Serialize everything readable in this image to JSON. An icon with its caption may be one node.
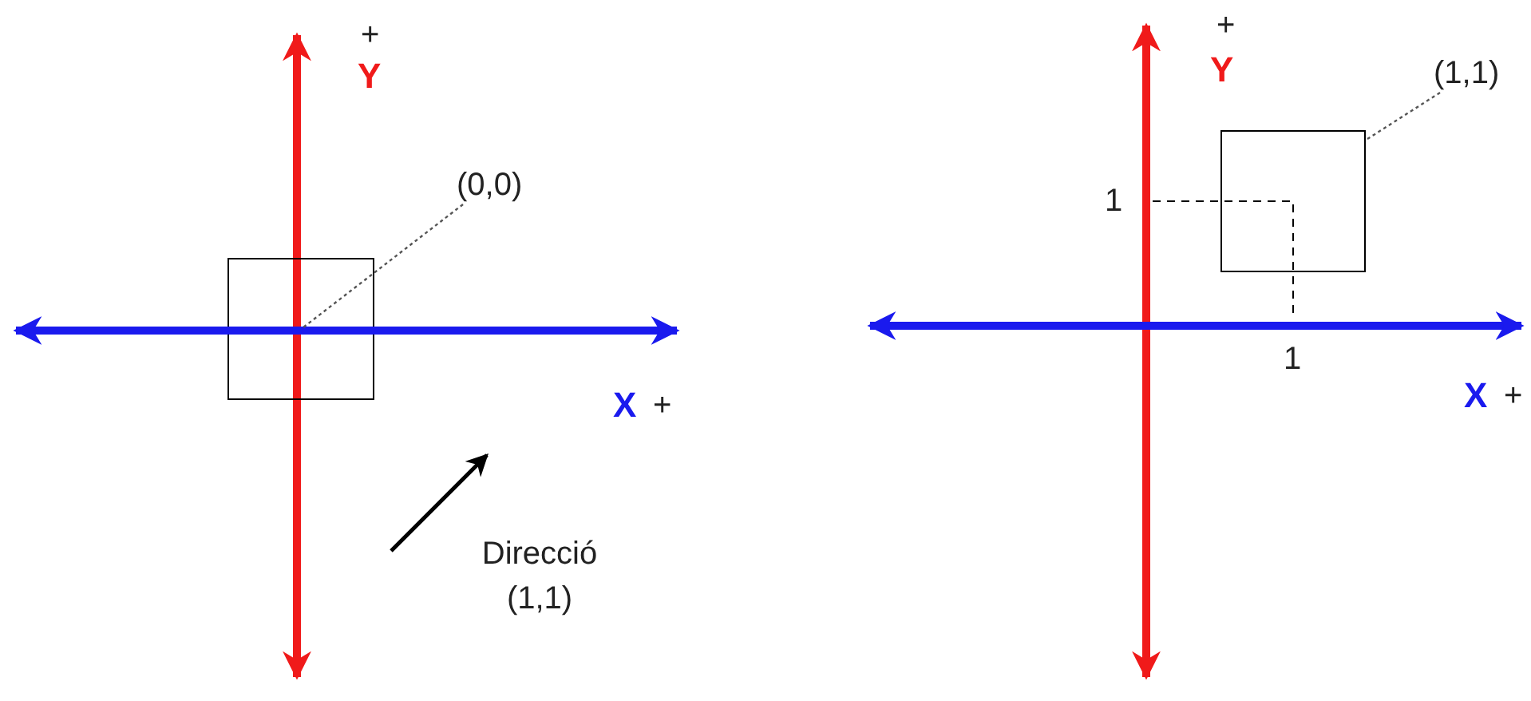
{
  "diagram": {
    "nodes": [
      {
        "text": [
          "(0,0)"
        ]
      },
      {
        "text": [],
        "shape": "box"
      },
      {
        "text": [
          "(1,1)"
        ]
      },
      {
        "text": [],
        "shape": "box"
      }
    ],
    "edges": [
      {
        "from": 0,
        "to": 1,
        "arrow": "none",
        "style": "dashed"
      },
      {
        "from": 2,
        "to": 3,
        "arrow": "none",
        "style": "dashed"
      }
    ],
    "labels": [
      "+",
      "Y",
      "X",
      "+",
      "Direcció (1,1)",
      "+",
      "Y",
      "1",
      "1",
      "X",
      "+"
    ]
  }
}
